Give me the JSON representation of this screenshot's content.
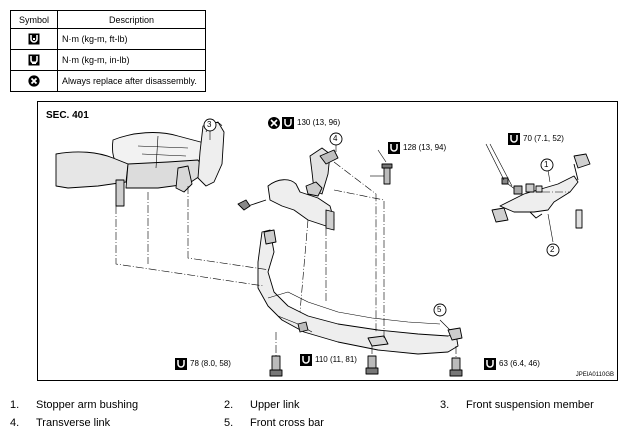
{
  "legend": {
    "header_symbol": "Symbol",
    "header_description": "Description",
    "rows": [
      {
        "icon": "torque-nm-icon",
        "description": "N·m (kg-m, ft-lb)"
      },
      {
        "icon": "torque-in-lb-icon",
        "description": "N·m (kg-m, in-lb)"
      },
      {
        "icon": "always-replace-icon",
        "description": "Always replace after disassembly."
      }
    ]
  },
  "figure": {
    "section": "SEC. 401",
    "code": "JPEIA0110GB",
    "callouts": [
      "1",
      "2",
      "3",
      "4",
      "5"
    ],
    "torques": [
      {
        "text": "130 (13, 96)",
        "replace": true
      },
      {
        "text": "128 (13, 94)",
        "replace": false
      },
      {
        "text": "70 (7.1, 52)",
        "replace": false
      },
      {
        "text": "78 (8.0, 58)",
        "replace": false
      },
      {
        "text": "110 (11, 81)",
        "replace": false
      },
      {
        "text": "63 (6.4, 46)",
        "replace": false
      }
    ]
  },
  "parts": [
    {
      "num": "1.",
      "name": "Stopper arm bushing"
    },
    {
      "num": "2.",
      "name": "Upper link"
    },
    {
      "num": "3.",
      "name": "Front suspension member"
    },
    {
      "num": "4.",
      "name": "Transverse link"
    },
    {
      "num": "5.",
      "name": "Front cross bar"
    }
  ],
  "colors": {
    "line": "#000000",
    "background": "#ffffff"
  }
}
